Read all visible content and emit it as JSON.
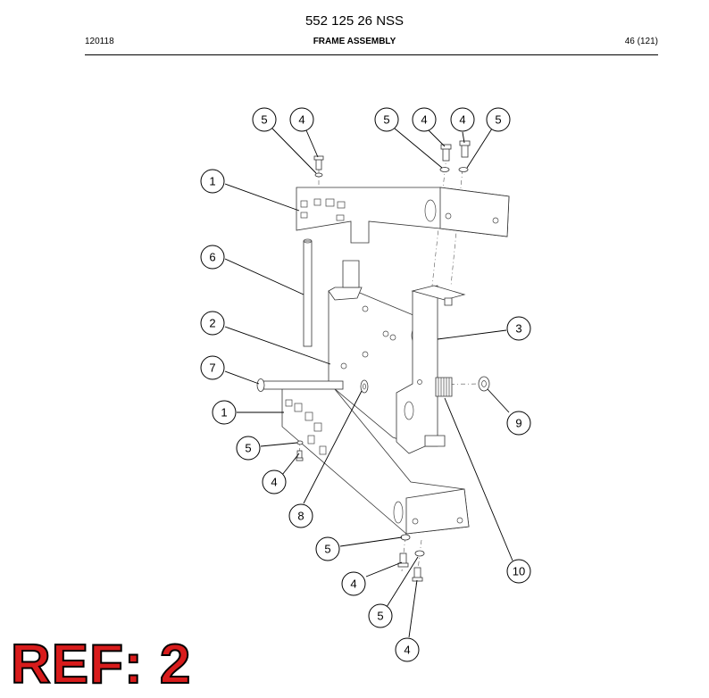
{
  "header": {
    "doc_number": "552 125 26 NSS",
    "date_code": "120118",
    "title": "FRAME ASSEMBLY",
    "page": "46 (121)"
  },
  "callouts": [
    {
      "label": "5"
    },
    {
      "label": "4"
    },
    {
      "label": "5"
    },
    {
      "label": "4"
    },
    {
      "label": "4"
    },
    {
      "label": "5"
    },
    {
      "label": "1"
    },
    {
      "label": "6"
    },
    {
      "label": "2"
    },
    {
      "label": "3"
    },
    {
      "label": "7"
    },
    {
      "label": "1"
    },
    {
      "label": "9"
    },
    {
      "label": "5"
    },
    {
      "label": "4"
    },
    {
      "label": "8"
    },
    {
      "label": "10"
    },
    {
      "label": "5"
    },
    {
      "label": "4"
    },
    {
      "label": "5"
    },
    {
      "label": "4"
    }
  ],
  "ref_label": "REF: 2",
  "colors": {
    "ref_fill": "#d81c1c",
    "line": "#333333"
  }
}
